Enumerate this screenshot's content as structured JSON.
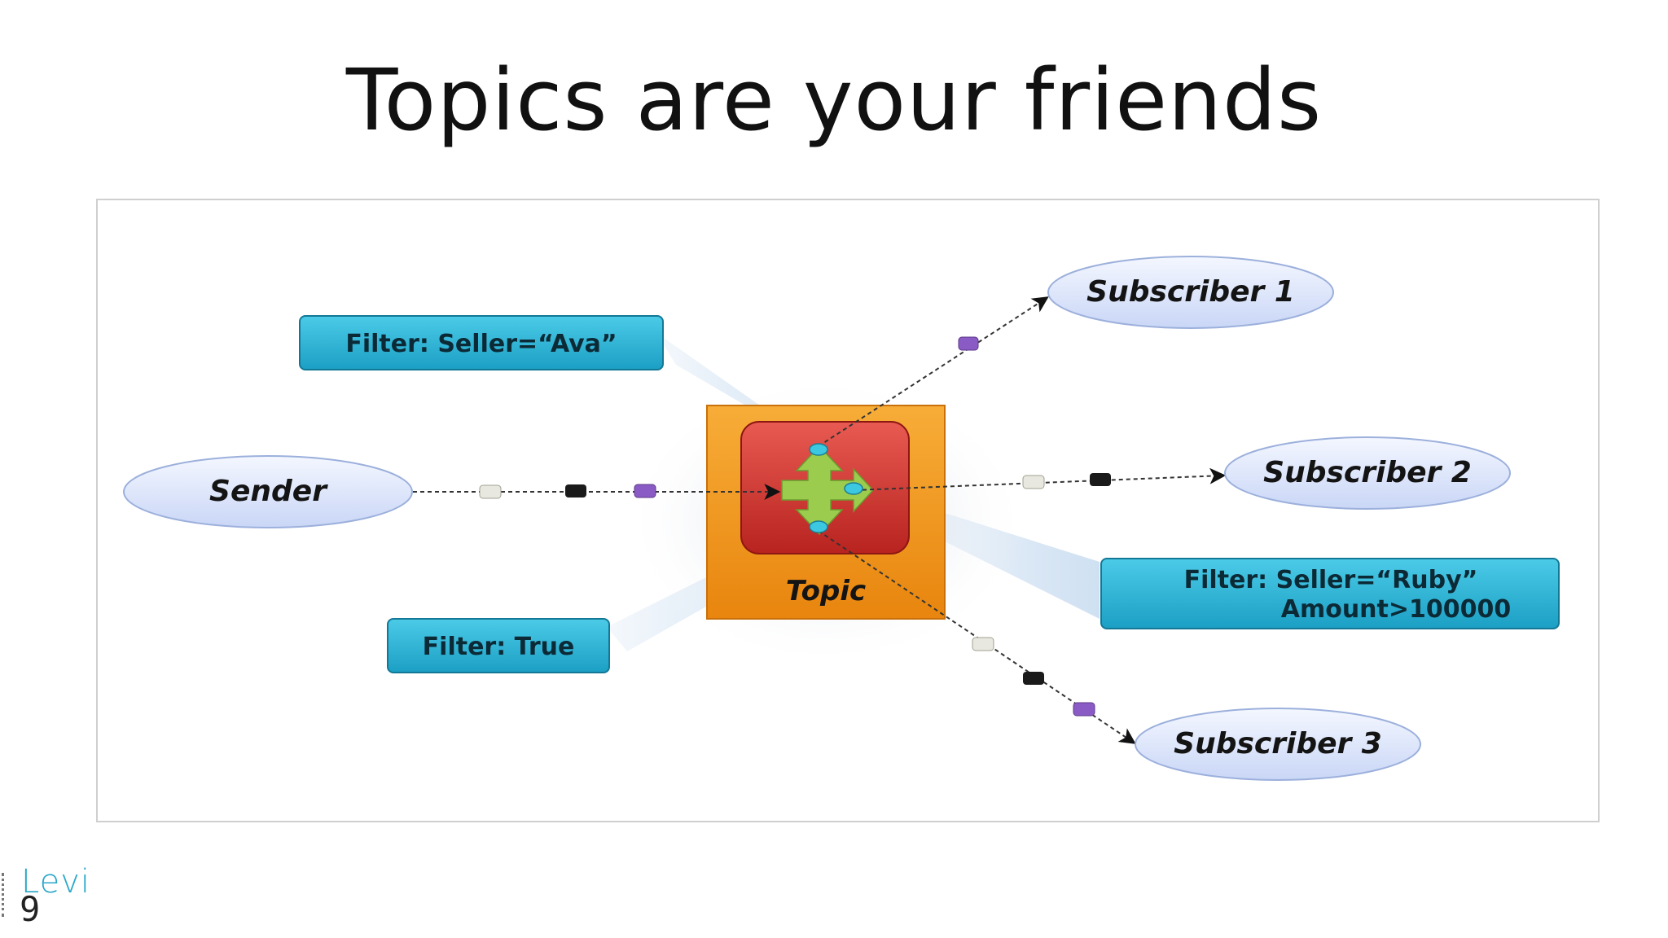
{
  "slide": {
    "title": "Topics are your friends"
  },
  "diagram": {
    "sender": "Sender",
    "topic": "Topic",
    "subscribers": [
      "Subscriber 1",
      "Subscriber 2",
      "Subscriber 3"
    ],
    "filters": {
      "ava": "Filter: Seller=“Ava”",
      "true": "Filter: True",
      "ruby_line1": "Filter: Seller=“Ruby”",
      "ruby_line2": "Amount>100000"
    },
    "colors": {
      "ellipse_fill": "#dde6fb",
      "ellipse_stroke": "#9cb0dc",
      "filter_fill": "#2bb3d4",
      "filter_stroke": "#137896",
      "topic_frame": "#f39a1e",
      "topic_core": "#d63a34",
      "topic_cross": "#9ccc4e",
      "msg_white": "#e8e8e0",
      "msg_black": "#1a1a1a",
      "msg_purple": "#8a5bc4",
      "connector_cyan": "#3cc8e0"
    }
  },
  "logo": {
    "name": "Levi",
    "number": "9"
  }
}
